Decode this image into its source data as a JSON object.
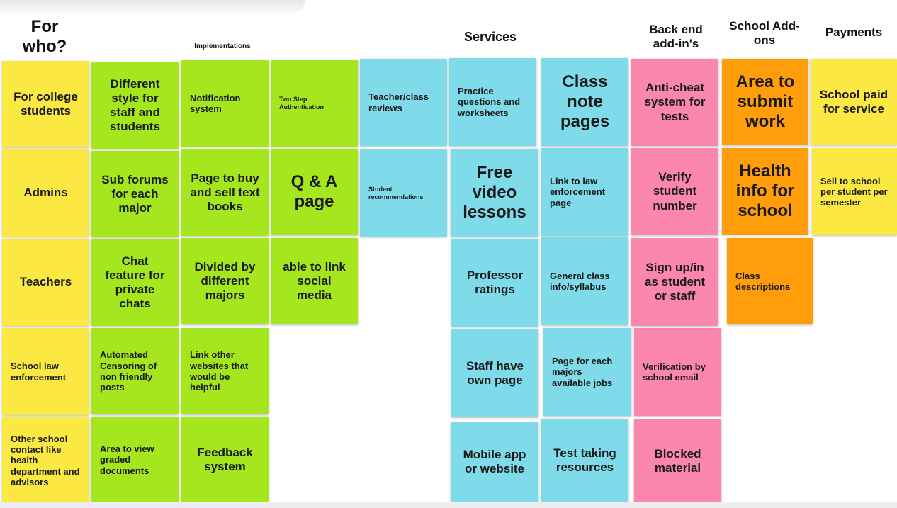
{
  "headers": {
    "for_who": "For who?",
    "implementations": "Implementations",
    "services": "Services",
    "backend": "Back end add-in's",
    "school_addons": "School Add-ons",
    "payments": "Payments"
  },
  "notes": {
    "col1": [
      "For college students",
      "Admins",
      "Teachers",
      "School law enforcement",
      "Other school contact like health department and advisors"
    ],
    "col2": [
      "Different style for staff and students",
      "Sub forums for each major",
      "Chat feature for private chats",
      "Automated Censoring of non friendly posts",
      "Area to view graded documents"
    ],
    "col3": [
      "Notification system",
      "Page to buy and sell text books",
      "Divided by different majors",
      "Link other websites that would be helpful",
      "Feedback system"
    ],
    "col4": [
      "Two Step Authentication",
      "Q & A page",
      "able to link social media"
    ],
    "col5": [
      "Teacher/class reviews",
      "Student recommendations"
    ],
    "col6": [
      "Practice questions and worksheets",
      "Free video lessons",
      "Professor ratings",
      "Staff have own page",
      "Mobile app or website"
    ],
    "col7": [
      "Class note pages",
      "Link to law enforcement page",
      "General class info/syllabus",
      "Page for each majors available jobs",
      "Test taking resources"
    ],
    "col8": [
      "Anti-cheat system for tests",
      "Verify student number",
      "Sign up/in as student or staff",
      "Verification by school email",
      "Blocked material"
    ],
    "col9": [
      "Area to submit work",
      "Health info for school",
      "Class descriptions"
    ],
    "col10": [
      "School paid for service",
      "Sell to school per student per semester"
    ]
  },
  "colors": {
    "yellow": "#fbe843",
    "green": "#a6e61e",
    "cyan": "#7fdbe9",
    "pink": "#fc87ae",
    "orange": "#ff9d0b"
  }
}
